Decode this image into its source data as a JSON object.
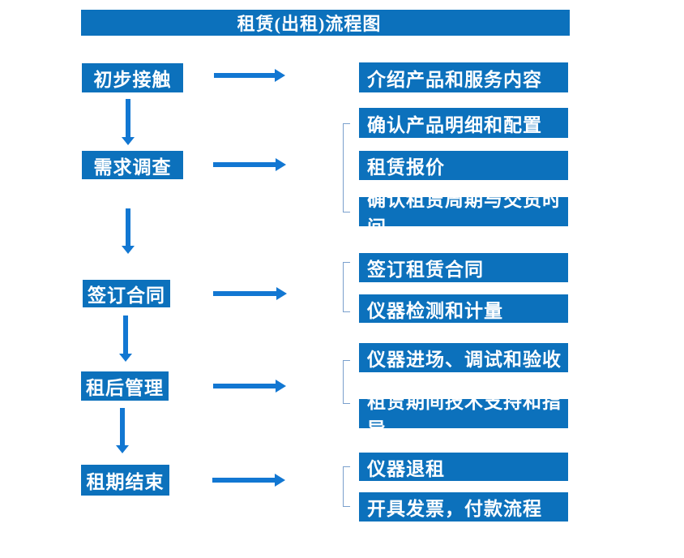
{
  "title": "租赁(出租)流程图",
  "colors": {
    "primary_blue": "#0c71bc",
    "arrow_blue": "#1277d2",
    "bracket_blue": "#7aa0cd",
    "text_white": "#ffffff"
  },
  "flow": [
    {
      "step": "初步接触",
      "details": [
        "介绍产品和服务内容"
      ]
    },
    {
      "step": "需求调查",
      "details": [
        "确认产品明细和配置",
        "租赁报价",
        "确认租赁周期与交货时间"
      ]
    },
    {
      "step": "签订合同",
      "details": [
        "签订租赁合同",
        "仪器检测和计量"
      ]
    },
    {
      "step": "租后管理",
      "details": [
        "仪器进场、调试和验收",
        "租赁期间技术支持和指导"
      ]
    },
    {
      "step": "租期结束",
      "details": [
        "仪器退租",
        "开具发票，付款流程"
      ]
    }
  ]
}
